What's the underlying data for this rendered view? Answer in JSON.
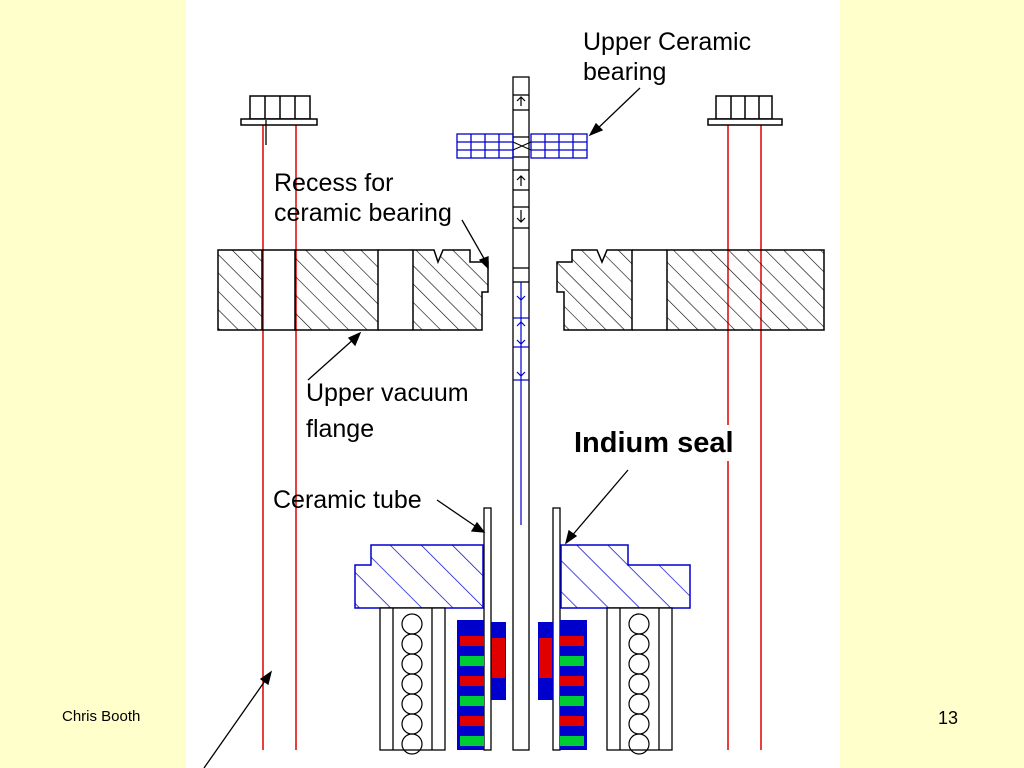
{
  "diagram": {
    "labels": {
      "upper_ceramic_bearing": [
        "Upper Ceramic",
        "bearing"
      ],
      "recess": [
        "Recess for",
        "ceramic bearing"
      ],
      "upper_vacuum_flange": [
        "Upper vacuum",
        "flange"
      ],
      "ceramic_tube": "Ceramic tube",
      "indium_seal": "Indium seal"
    }
  },
  "footer": {
    "author": "Chris Booth",
    "page_number": "13"
  },
  "colors": {
    "background": "#FFFFCC",
    "drawing_background": "#FFFFFF",
    "rod": "#E00000",
    "bearing": "#0000CC",
    "hatch": "#000000"
  }
}
